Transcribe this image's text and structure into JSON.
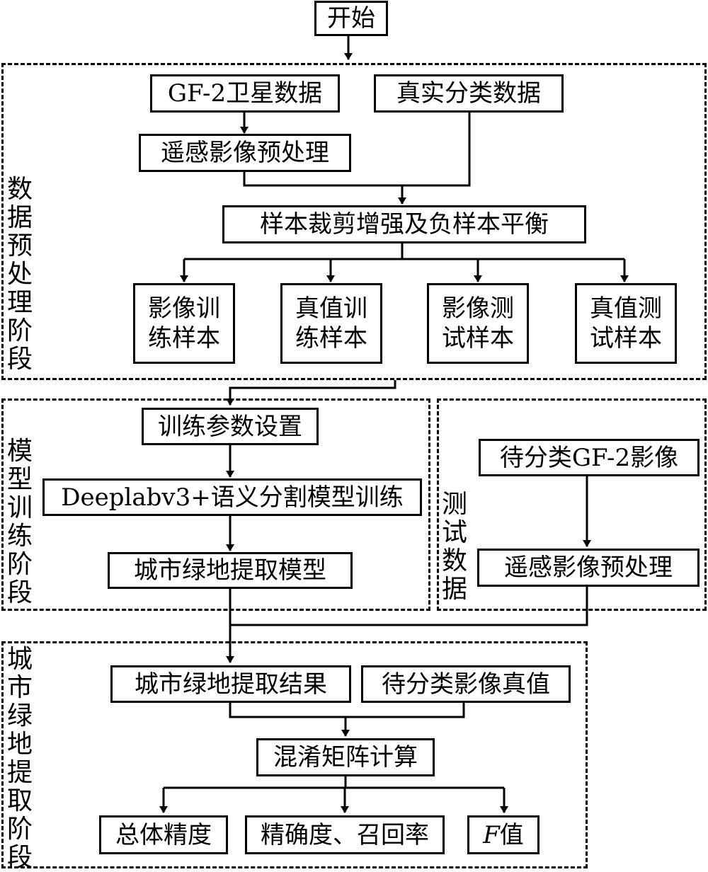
{
  "start": "开始",
  "stages": {
    "preprocess": "数据预处理阶段",
    "train": "模型训练阶段",
    "test": "测试数据",
    "extract": "城市绿地提取阶段"
  },
  "nodes": {
    "gf2_data": "GF-2卫星数据",
    "ground_truth": "真实分类数据",
    "rs_preprocess": "遥感影像预处理",
    "sample_aug": "样本裁剪增强及负样本平衡",
    "img_train": "影像训练样本",
    "gt_train": "真值训练样本",
    "img_test": "影像测试样本",
    "gt_test": "真值测试样本",
    "train_params": "训练参数设置",
    "deeplab_train": "Deeplabv3+语义分割模型训练",
    "gs_model": "城市绿地提取模型",
    "to_classify": "待分类GF-2影像",
    "rs_preprocess_2": "遥感影像预处理",
    "gs_result": "城市绿地提取结果",
    "to_classify_gt": "待分类影像真值",
    "confusion": "混淆矩阵计算",
    "overall_acc": "总体精度",
    "precision_recall": "精确度、召回率",
    "f_letter": "F",
    "f_value": "值"
  }
}
